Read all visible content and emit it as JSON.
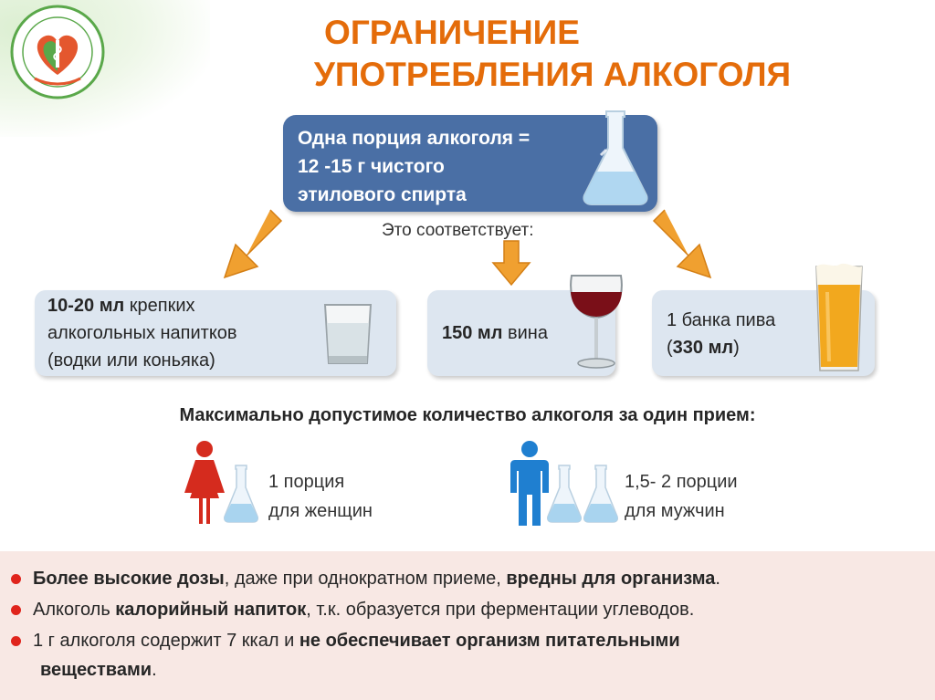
{
  "colors": {
    "title": "#e46c0a",
    "portion_box": "#4a6fa5",
    "equivalent_box": "#dde6f0",
    "arrow": "#f0a030",
    "bullet": "#e0241c",
    "woman": "#d52b1e",
    "man": "#1f7fd0",
    "bottom_band": "#f8e8e4"
  },
  "title": {
    "line1": "ОГРАНИЧЕНИЕ",
    "line2": "УПОТРЕБЛЕНИЯ АЛКОГОЛЯ"
  },
  "portion": {
    "line1": "Одна порция алкоголя =",
    "line2": "12 -15 г чистого",
    "line3": "этилового спирта",
    "icon": "flask-icon"
  },
  "corresponds": "Это соответствует:",
  "equivalents": {
    "spirits": {
      "bold": "10-20 мл",
      "rest1": " крепких",
      "line2": "алкогольных  напитков",
      "line3": "(водки или коньяка)",
      "icon": "shot-glass-icon"
    },
    "wine": {
      "bold": "150 мл",
      "rest": " вина",
      "icon": "wine-glass-icon"
    },
    "beer": {
      "line1": "1 банка пива",
      "open": "(",
      "bold": "330 мл",
      "close": ")",
      "icon": "beer-glass-icon"
    }
  },
  "max_heading": "Максимально допустимое количество алкоголя  за один прием:",
  "women": {
    "line1": "1 порция",
    "line2": "для женщин",
    "portions": 1,
    "icon": "woman-icon"
  },
  "men": {
    "line1": "1,5- 2 порции",
    "line2": "для мужчин",
    "portions": 2,
    "icon": "man-icon"
  },
  "bullets": [
    {
      "b1": "Более высокие дозы",
      "t1": ", даже при однократном приеме, ",
      "b2": "вредны для организма",
      "t2": "."
    },
    {
      "t1": "Алкоголь ",
      "b1": "калорийный напиток",
      "t2": ", т.к. образуется при ферментации углеводов."
    },
    {
      "t1": "1 г алкоголя содержит 7 ккал и ",
      "b1": "не обеспечивает организм питательными",
      "b2": "веществами",
      "t2": "."
    }
  ]
}
